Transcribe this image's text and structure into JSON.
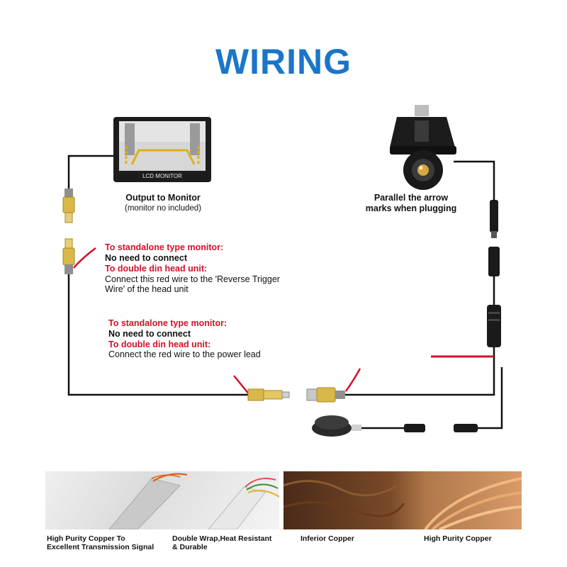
{
  "title": "WIRING",
  "monitor": {
    "screen_label": "LCD MONITOR",
    "caption": "Output to Monitor",
    "note": "(monitor no included)"
  },
  "camera": {
    "caption_line1": "Parallel the arrow",
    "caption_line2": "marks when plugging"
  },
  "note_upper": {
    "standalone_heading": "To standalone type monitor:",
    "standalone_text": "No need to connect",
    "din_heading": "To double din head unit:",
    "din_text_line1": "Connect this red wire to the 'Reverse Trigger",
    "din_text_line2": "Wire' of the head unit"
  },
  "note_lower": {
    "standalone_heading": "To standalone type monitor:",
    "standalone_text": "No need to connect",
    "din_heading": "To double din head unit:",
    "din_text": "Connect the red wire to the power lead"
  },
  "feature_captions": [
    {
      "line1": "High Purity Copper To",
      "line2": "Excellent Transmission Signal"
    },
    {
      "line1": "Double Wrap,Heat Resistant",
      "line2": "& Durable"
    },
    {
      "line1": "Inferior Copper",
      "line2": ""
    },
    {
      "line1": "High Purity Copper",
      "line2": ""
    }
  ],
  "colors": {
    "title": "#1a76c9",
    "wire": "#111111",
    "red_wire": "#d4102a",
    "rca_gold": "#d9b84a"
  }
}
